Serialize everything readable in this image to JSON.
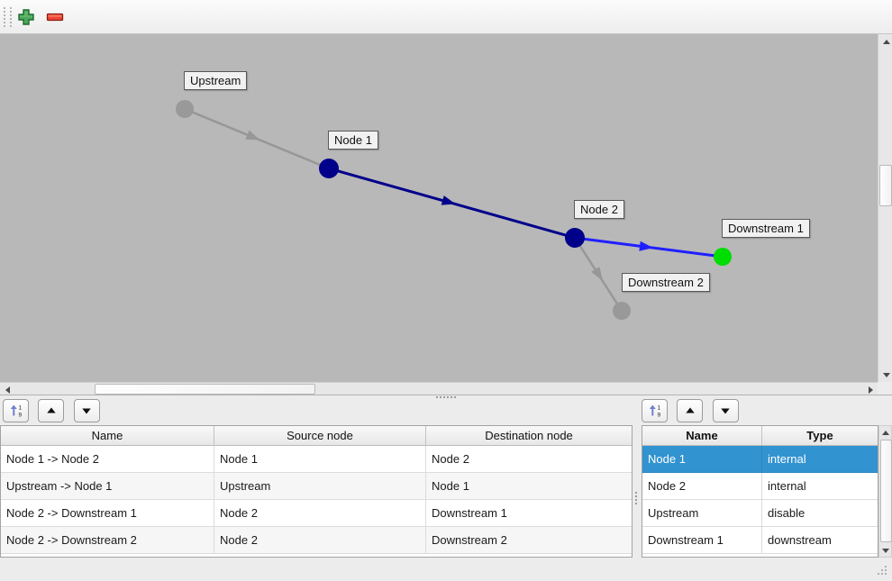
{
  "toolbar": {
    "add_label": "Add",
    "remove_label": "Remove",
    "add_color": "#3fa14d",
    "remove_color": "#ee4333"
  },
  "graph": {
    "background": "#b8b8b8",
    "label_background": "#f1f1f1",
    "nodes": [
      {
        "label": "Upstream",
        "type": "disable",
        "color": "#999999"
      },
      {
        "label": "Node 1",
        "type": "internal",
        "color": "#00008b"
      },
      {
        "label": "Node 2",
        "type": "internal",
        "color": "#00008b"
      },
      {
        "label": "Downstream 1",
        "type": "downstream",
        "color": "#00dd00"
      },
      {
        "label": "Downstream 2",
        "type": "disable",
        "color": "#999999"
      }
    ],
    "edges": [
      {
        "from": "Upstream",
        "to": "Node 1",
        "color": "#979797"
      },
      {
        "from": "Node 1",
        "to": "Node 2",
        "color": "#00008b"
      },
      {
        "from": "Node 2",
        "to": "Downstream 1",
        "color": "#1f1fff"
      },
      {
        "from": "Node 2",
        "to": "Downstream 2",
        "color": "#979797"
      }
    ]
  },
  "edges_panel": {
    "buttons": {
      "sort": "sort-ascending",
      "up": "move-up",
      "down": "move-down"
    },
    "headers": [
      "Name",
      "Source node",
      "Destination node"
    ],
    "rows": [
      [
        "Node 1 -> Node 2",
        "Node 1",
        "Node 2"
      ],
      [
        "Upstream -> Node 1",
        "Upstream",
        "Node 1"
      ],
      [
        "Node 2 -> Downstream 1",
        "Node 2",
        "Downstream 1"
      ],
      [
        "Node 2 -> Downstream 2",
        "Node 2",
        "Downstream 2"
      ]
    ]
  },
  "nodes_panel": {
    "buttons": {
      "sort": "sort-ascending",
      "up": "move-up",
      "down": "move-down"
    },
    "headers": [
      "Name",
      "Type"
    ],
    "rows": [
      [
        "Node 1",
        "internal"
      ],
      [
        "Node 2",
        "internal"
      ],
      [
        "Upstream",
        "disable"
      ],
      [
        "Downstream 1",
        "downstream"
      ]
    ],
    "selected_row": 0,
    "selection_color": "#3193cf"
  }
}
